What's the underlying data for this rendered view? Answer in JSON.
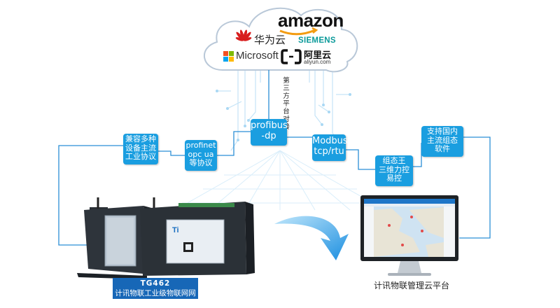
{
  "cloud": {
    "logos": {
      "amazon": "amazon",
      "huawei": "华为云",
      "siemens": "SIEMENS",
      "microsoft": "Microsoft",
      "aliyun_cn": "阿里云",
      "aliyun_en": "aliyun.com"
    },
    "third_party_label": "第三方平台对接"
  },
  "nodes": {
    "compat": [
      "兼容多种",
      "设备主流",
      "工业协议"
    ],
    "profinet": [
      "profinet",
      "opc ua",
      "等协议"
    ],
    "profibus": [
      "profibus",
      "-dp"
    ],
    "modbus": [
      "Modbus",
      "tcp/rtu"
    ],
    "zutai": [
      "组态王",
      "三维力控",
      "易控"
    ],
    "support": [
      "支持国内",
      "主流组态",
      "软件"
    ]
  },
  "device": {
    "model": "TG462",
    "name": "计讯物联工业级物联网网关"
  },
  "monitor": {
    "caption": "计讯物联管理云平台"
  },
  "colors": {
    "node_blue": "#1a9ee0",
    "line_blue": "#2b8fd6",
    "label_bg": "#1767b7"
  }
}
